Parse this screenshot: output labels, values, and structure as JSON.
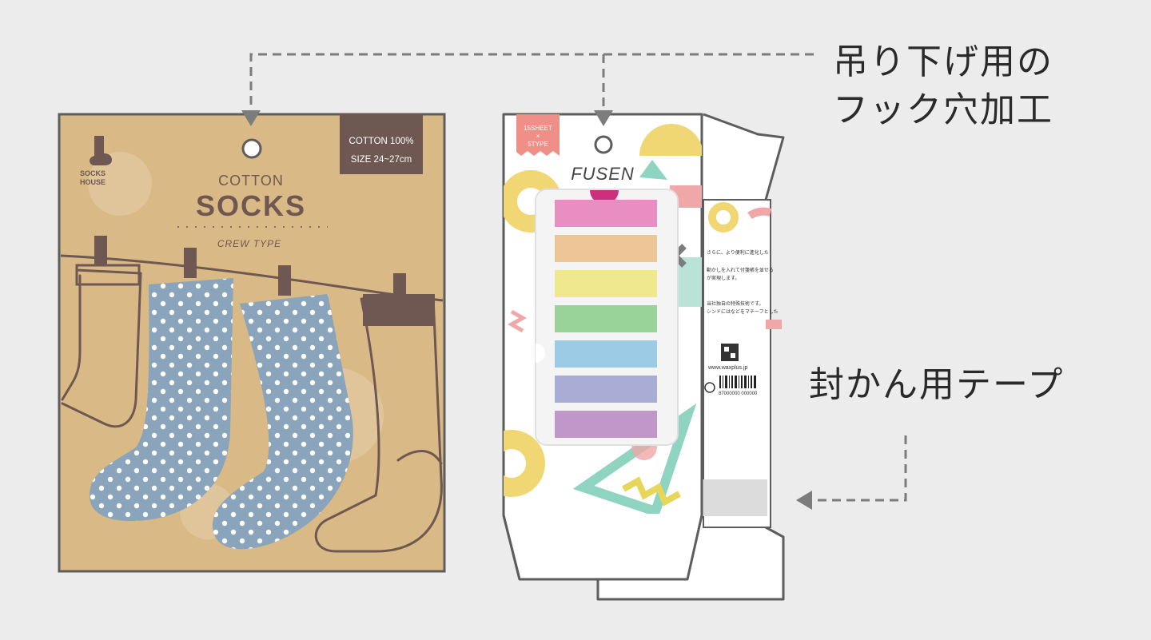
{
  "callouts": {
    "hook_line1": "吊り下げ用の",
    "hook_line2": "フック穴加工",
    "tape": "封かん用テープ"
  },
  "socks_card": {
    "brand_line1": "SOCKS",
    "brand_line2": "HOUSE",
    "spec_line1": "COTTON 100%",
    "spec_line2": "SIZE 24~27cm",
    "subtitle": "COTTON",
    "title": "SOCKS",
    "type": "CREW TYPE"
  },
  "sticky_box": {
    "badge_line1": "15SHEET",
    "badge_line2": "×",
    "badge_line3": "5TYPE",
    "title": "FUSEN",
    "tab_colors": [
      "#e98ec2",
      "#eec596",
      "#efe88f",
      "#9ad39a",
      "#9ccbe6",
      "#a9acd4",
      "#c196c8"
    ],
    "back_text_1": "さらに、より便利に進化した",
    "back_text_2": "動かしを入れて付箋帳を並せる",
    "back_text_3": "が実現します。",
    "back_text_4": "当社独自の特殊技術です。",
    "back_text_5": "シンドにはなどをマチーフとした",
    "back_url": "www.waxplus.jp",
    "barcode_number": "87000000 000000"
  },
  "colors": {
    "kraft": "#d9b985",
    "brown": "#6f5852",
    "sock_blue": "#8aa4bb",
    "arrow_gray": "#7c7c7c"
  }
}
